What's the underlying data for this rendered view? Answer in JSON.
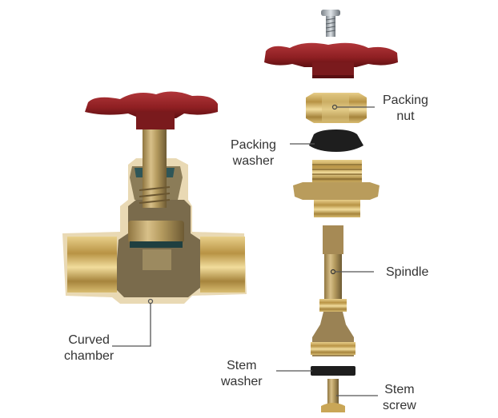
{
  "diagram": {
    "subject": "Globe valve cutaway and exploded parts",
    "colors": {
      "handle": "#8e1f22",
      "handle_shadow": "#6a1215",
      "brass": "#c9a656",
      "brass_dark": "#8a7444",
      "cast_body": "#7a6b4c",
      "washer": "#1e1e1e",
      "leader_line": "#555555",
      "label_text": "#333333"
    },
    "labels": {
      "packing_nut": {
        "line1": "Packing",
        "line2": "nut"
      },
      "packing_washer": {
        "line1": "Packing",
        "line2": "washer"
      },
      "spindle": {
        "line1": "Spindle"
      },
      "curved_chamber": {
        "line1": "Curved",
        "line2": "chamber"
      },
      "stem_washer": {
        "line1": "Stem",
        "line2": "washer"
      },
      "stem_screw": {
        "line1": "Stem",
        "line2": "screw"
      }
    }
  }
}
